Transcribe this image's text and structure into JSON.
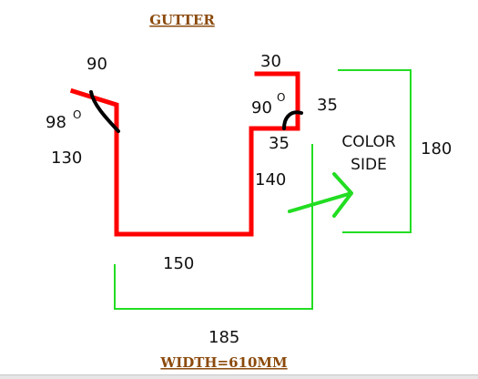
{
  "title": "GUTTER",
  "footer": "WIDTH=610MM",
  "dimensions": {
    "top_left_flange": "90",
    "left_angle": "98",
    "left_height": "130",
    "bottom_width": "150",
    "right_height": "140",
    "top_right_flange": "30",
    "right_angle": "90",
    "lip_vertical": "35",
    "lip_inner": "35",
    "color_side_height": "180",
    "overall_width": "185"
  },
  "degree_symbol": "O",
  "color_side": {
    "line1": "COLOR",
    "line2": "SIDE"
  },
  "colors": {
    "profile": "#ff0000",
    "guide": "#22dd22",
    "angle_arc": "#000000",
    "title": "#8b4a0c"
  }
}
